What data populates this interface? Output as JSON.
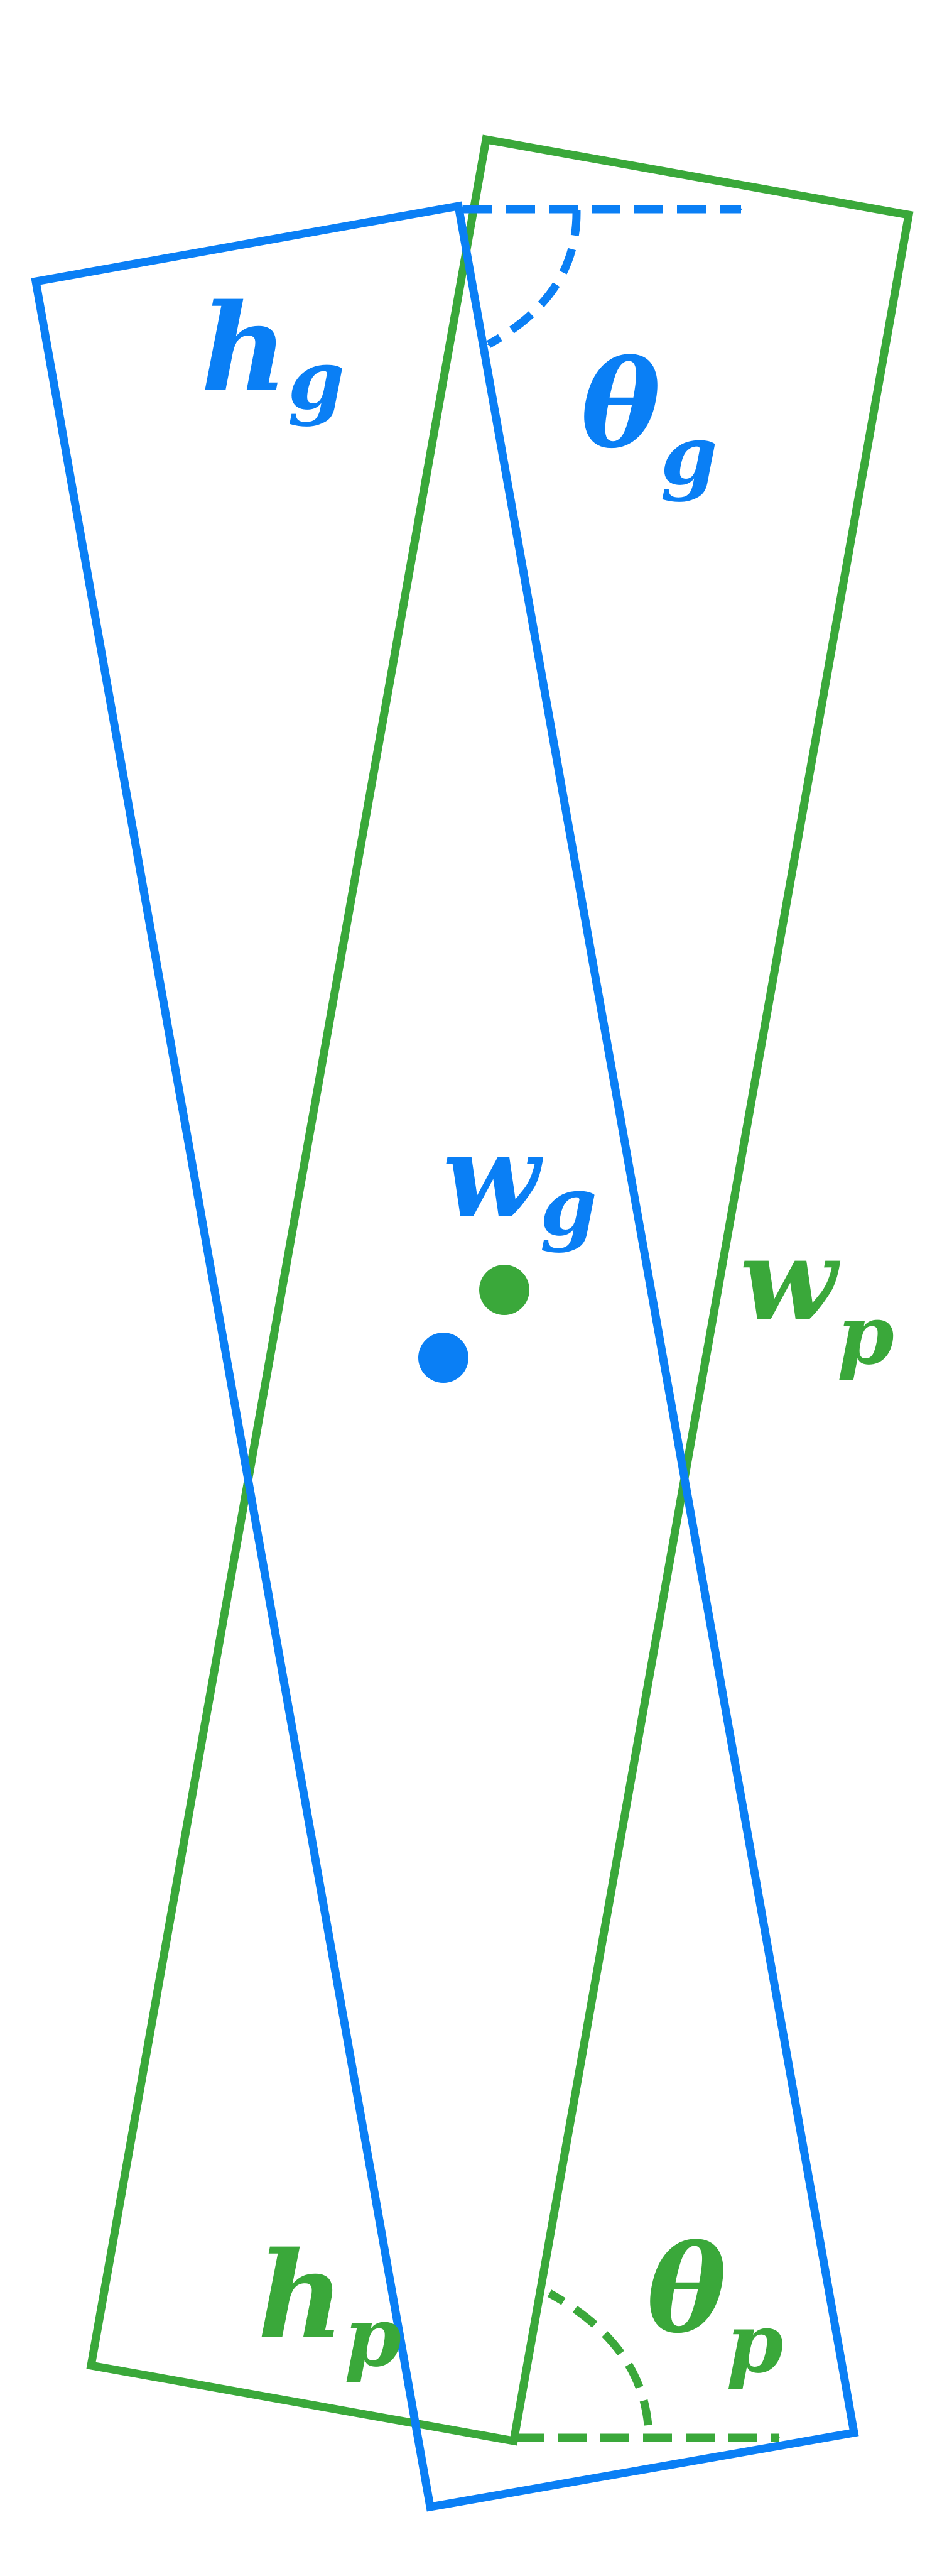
{
  "colors": {
    "gt": "#0a7ff5",
    "pred": "#3aa83a",
    "background": "#ffffff"
  },
  "labels": {
    "h_g": {
      "base": "h",
      "sub": "g"
    },
    "w_g": {
      "base": "w",
      "sub": "g"
    },
    "theta_g": {
      "base": "θ",
      "sub": "g"
    },
    "h_p": {
      "base": "h",
      "sub": "p"
    },
    "w_p": {
      "base": "w",
      "sub": "p"
    },
    "theta_p": {
      "base": "θ",
      "sub": "p"
    }
  }
}
